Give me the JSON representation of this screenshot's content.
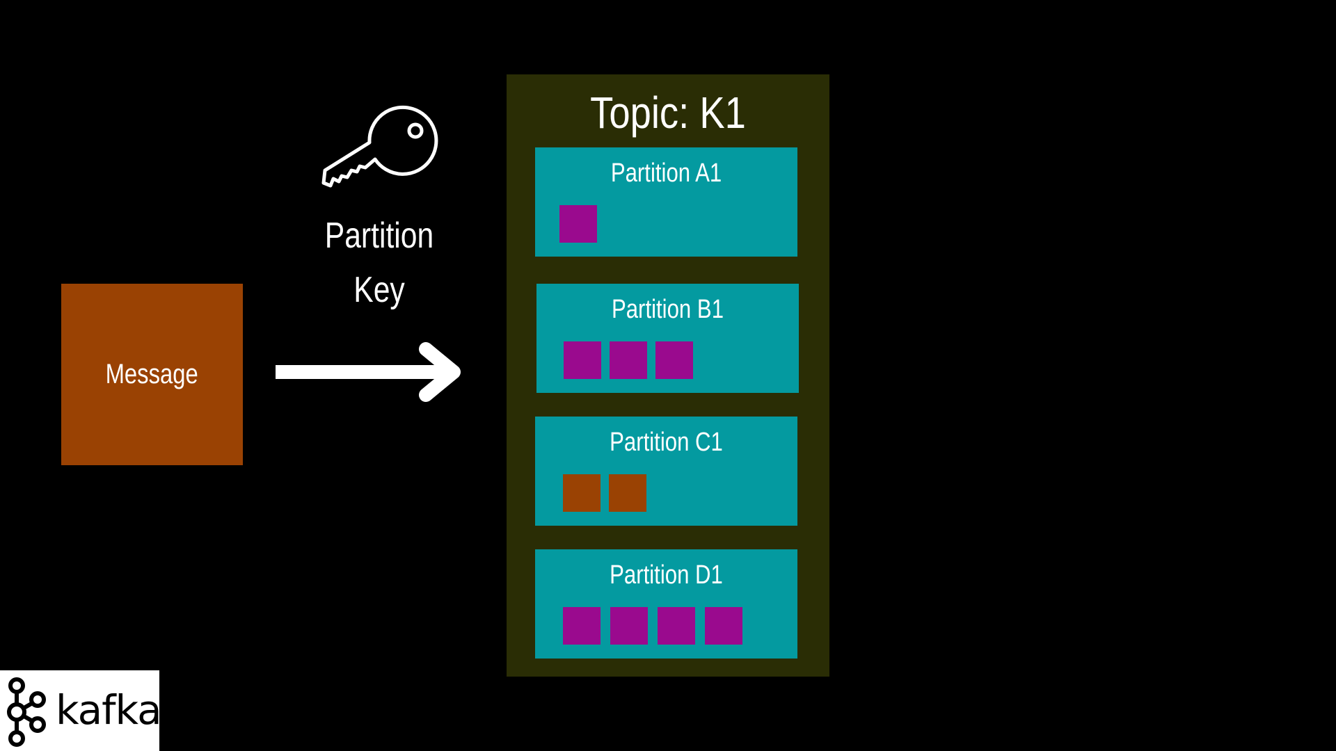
{
  "message": {
    "label": "Message",
    "color": "#9a4203"
  },
  "partition_key": {
    "line1": "Partition",
    "line2": "Key",
    "icon": "key-icon"
  },
  "topic": {
    "title": "Topic: K1",
    "background": "#2a2d05",
    "partition_color": "#049aa0",
    "partitions": [
      {
        "label": "Partition A1",
        "messages": [
          "#9a0a8e"
        ]
      },
      {
        "label": "Partition B1",
        "messages": [
          "#9a0a8e",
          "#9a0a8e",
          "#9a0a8e"
        ]
      },
      {
        "label": "Partition C1",
        "messages": [
          "#9a4203",
          "#9a4203"
        ]
      },
      {
        "label": "Partition D1",
        "messages": [
          "#9a0a8e",
          "#9a0a8e",
          "#9a0a8e",
          "#9a0a8e"
        ]
      }
    ]
  },
  "logo": {
    "wordmark": "kafka",
    "icon": "kafka-logo-icon"
  }
}
